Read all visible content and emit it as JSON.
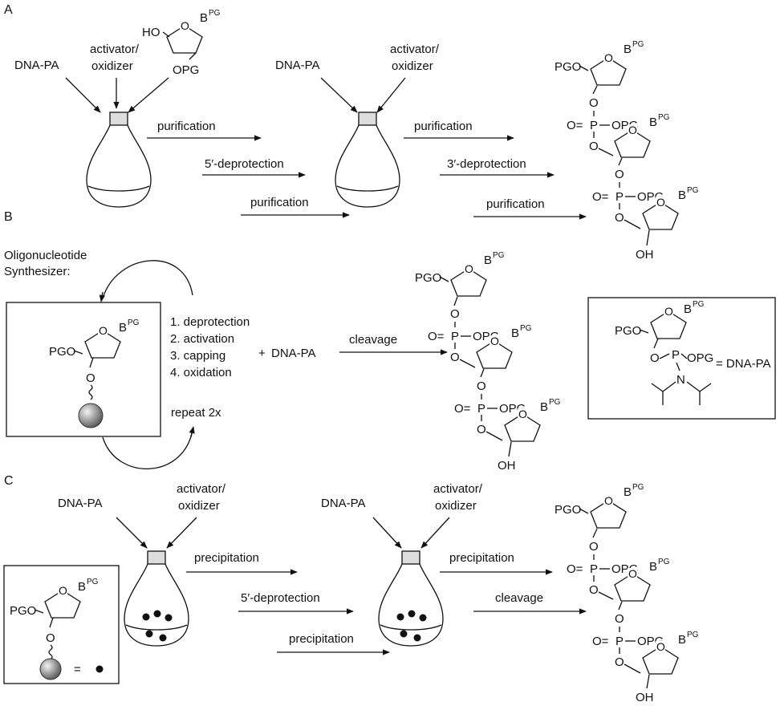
{
  "panels": {
    "a": "A",
    "b": "B",
    "c": "C"
  },
  "labels": {
    "dna_pa": "DNA-PA",
    "activator": "activator/",
    "oxidizer": "oxidizer",
    "purification": "purification",
    "deprotect5": "5′-deprotection",
    "deprotect3": "3′-deprotection",
    "precipitation": "precipitation",
    "cleavage": "cleavage",
    "synth1": "Oligonucleotide",
    "synth2": "Synthesizer:",
    "step1": "1. deprotection",
    "step2": "2. activation",
    "step3": "3. capping",
    "step4": "4. oxidation",
    "plus": "+",
    "repeat": "repeat 2x",
    "eq_dnapa": "= DNA-PA",
    "eq": "="
  },
  "chem": {
    "HO": "HO",
    "PGO": "PGO",
    "OPG": "OPG",
    "O": "O",
    "P": "P",
    "OP": "O=",
    "OH": "OH",
    "B": "B",
    "PG": "PG",
    "N": "N"
  },
  "colors": {
    "ink": "#111111",
    "bead": "#888888",
    "flask_fill": "#dddddd"
  }
}
